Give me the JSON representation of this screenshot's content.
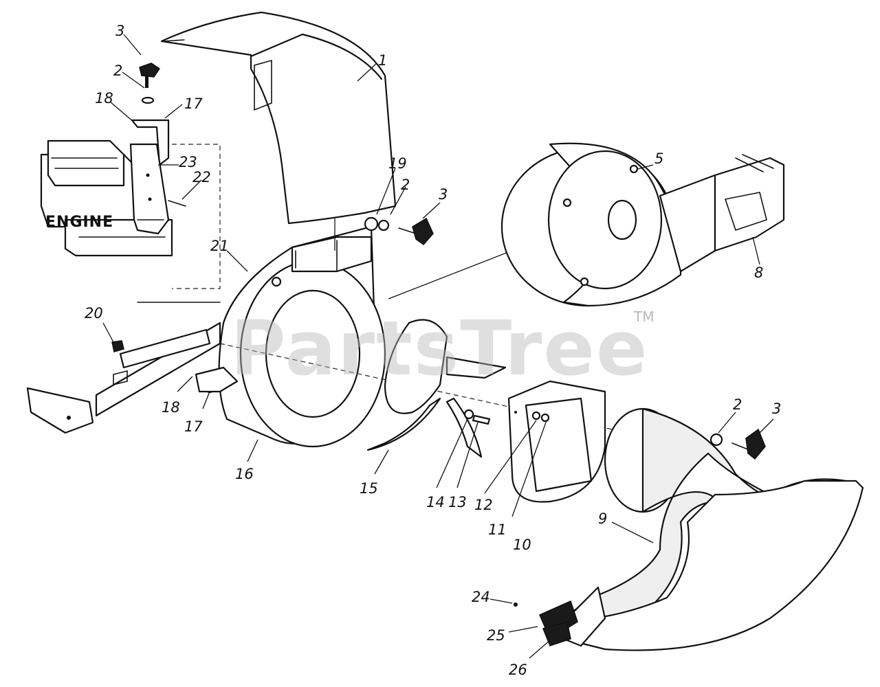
{
  "engine_label": "ENGINE",
  "watermark": {
    "text": "PartsTree",
    "trademark": "TM"
  },
  "callouts": {
    "c1": "1",
    "c2a": "2",
    "c2b": "2",
    "c2c": "2",
    "c3a": "3",
    "c3b": "3",
    "c3c": "3",
    "c5": "5",
    "c8": "8",
    "c9": "9",
    "c10": "10",
    "c11": "11",
    "c12": "12",
    "c13": "13",
    "c14": "14",
    "c15": "15",
    "c16": "16",
    "c17a": "17",
    "c17b": "17",
    "c18a": "18",
    "c18b": "18",
    "c19": "19",
    "c20": "20",
    "c21": "21",
    "c22": "22",
    "c23": "23",
    "c24": "24",
    "c25": "25",
    "c26": "26"
  }
}
